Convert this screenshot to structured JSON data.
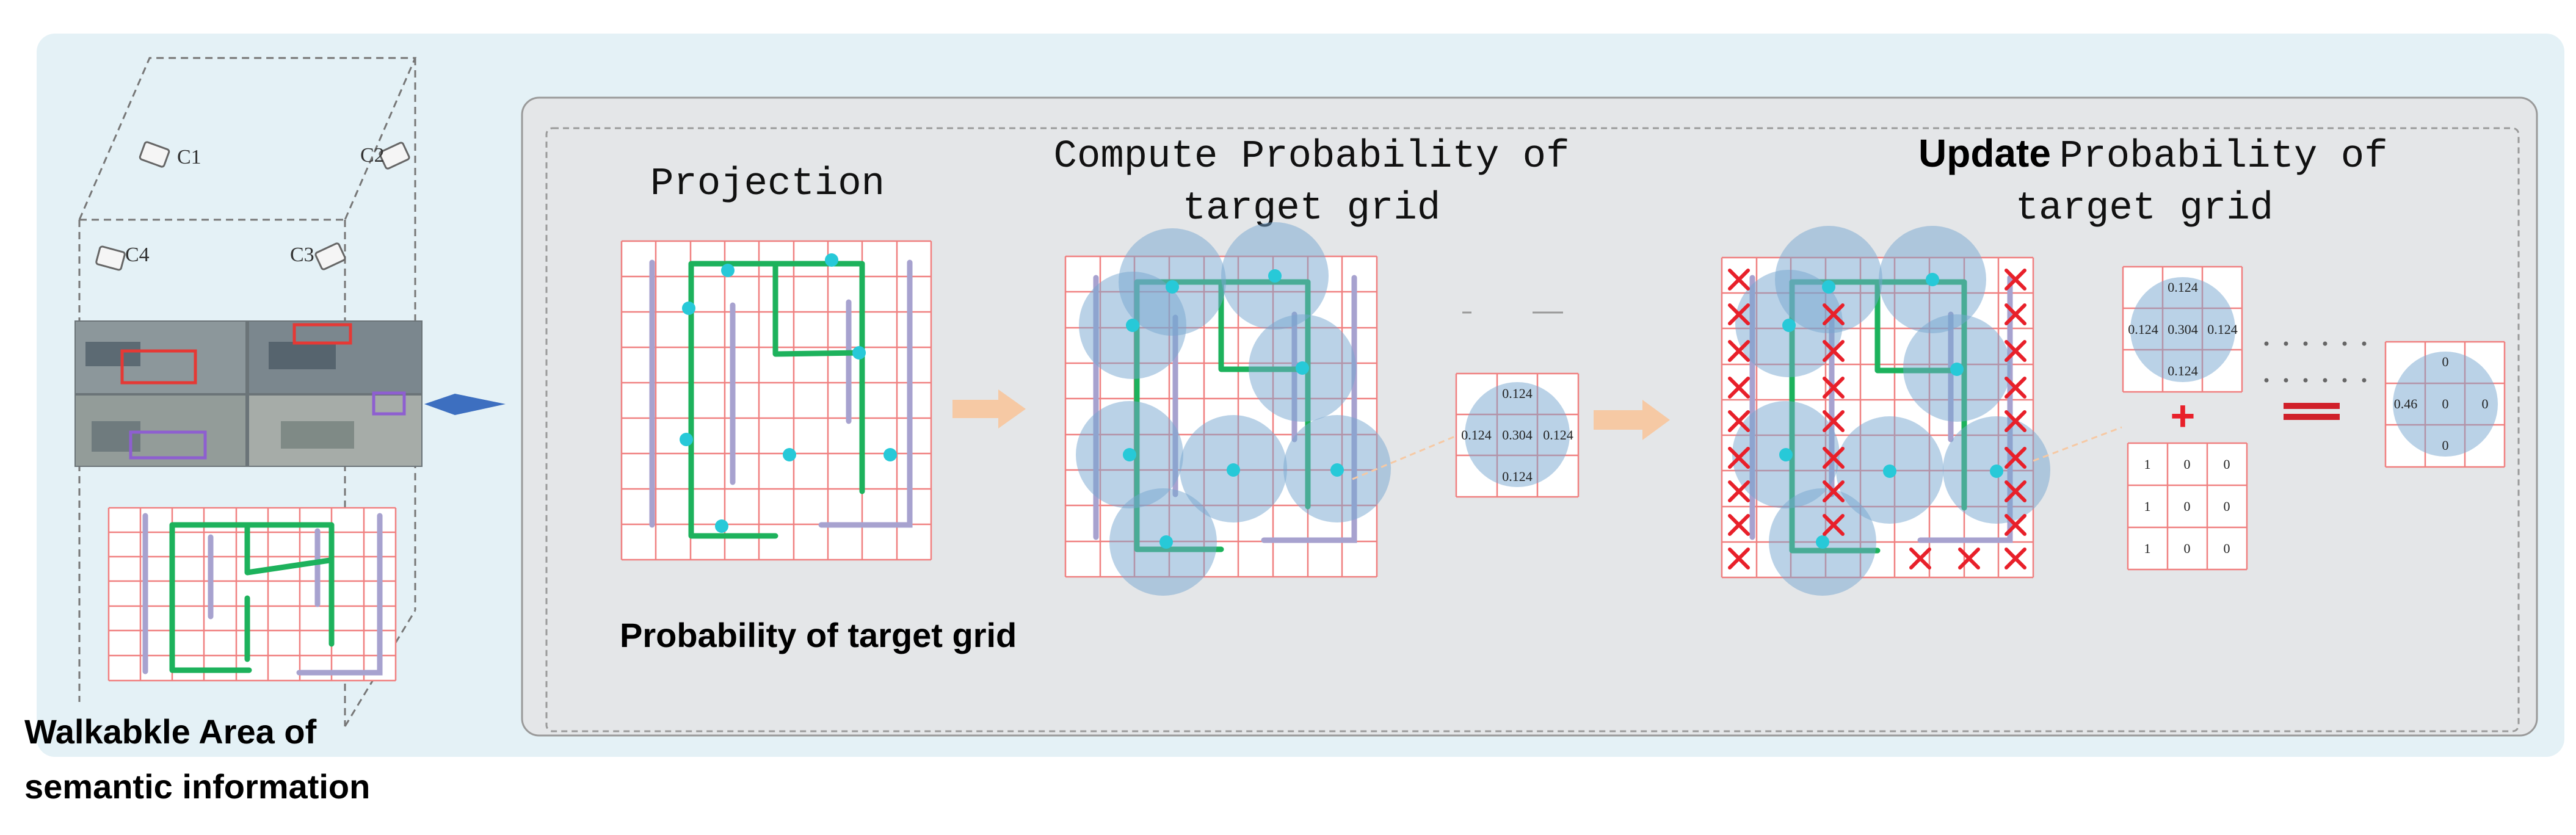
{
  "left_panel": {
    "cameras": [
      "C1",
      "C2",
      "C3",
      "C4"
    ],
    "caption_lines": [
      "Walkabkle Area of",
      "semantic information"
    ]
  },
  "pipeline": {
    "projection_title": "Projection",
    "probability_label": "Probability of target grid",
    "compute_title_lines": [
      "Compute Probability of",
      "target grid"
    ],
    "update_title_bold": "Update",
    "update_title_rest": "Probability of",
    "update_title_line2": "target grid"
  },
  "kernel": {
    "top": "0.124",
    "left": "0.124",
    "center": "0.304",
    "right": "0.124",
    "bottom": "0.124"
  },
  "update_matrices": {
    "prob_kernel": [
      "0.124",
      "0.124",
      "0.304",
      "0.124",
      "0.124"
    ],
    "mask": [
      [
        "1",
        "0",
        "0"
      ],
      [
        "1",
        "0",
        "0"
      ],
      [
        "1",
        "0",
        "0"
      ]
    ],
    "result": {
      "top": "0",
      "left": "0.46",
      "center": "0",
      "right": "0",
      "bottom": "0"
    },
    "plus_symbol": "+",
    "equals_symbol": "="
  },
  "colors": {
    "panel_bg": "#e4f1f6",
    "inner_panel_bg": "#e4e6e8",
    "grid_line": "#f08080",
    "wall": "#1db25c",
    "obstacle": "#a7a2cf",
    "circle": "#76a6cf",
    "dot": "#27c9d8",
    "cross": "#e8202a",
    "arrow": "#f6c9a4",
    "connector": "#3d6fc0"
  }
}
